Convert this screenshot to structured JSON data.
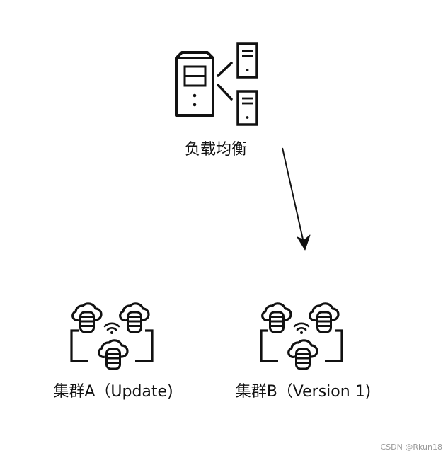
{
  "nodes": {
    "load_balancer": {
      "label": "负载均衡",
      "icon": "load-balancer-server-icon"
    },
    "cluster_a": {
      "label": "集群A（Update)",
      "icon": "cloud-database-cluster-icon"
    },
    "cluster_b": {
      "label": "集群B（Version 1)",
      "icon": "cloud-database-cluster-icon"
    }
  },
  "edges": [
    {
      "from": "load_balancer",
      "to": "cluster_b",
      "style": "arrow"
    }
  ],
  "watermark": "CSDN @Rkun18",
  "colors": {
    "stroke": "#111111",
    "background": "#ffffff",
    "watermark": "#9a9a9a"
  }
}
